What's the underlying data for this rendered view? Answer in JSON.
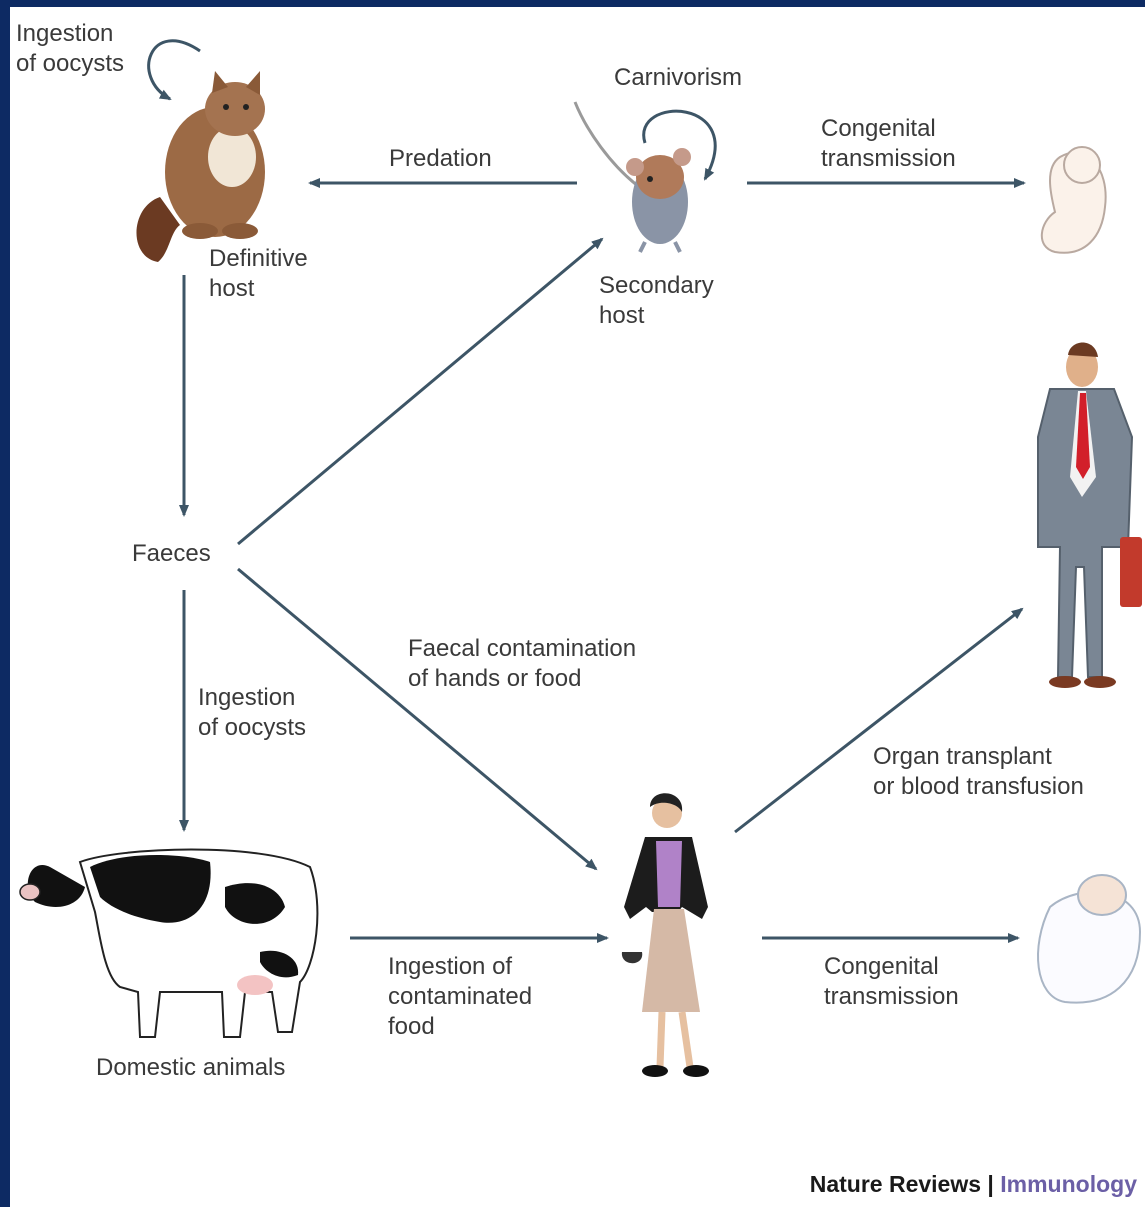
{
  "labels": {
    "ingestion_oocysts_top": "Ingestion\nof oocysts",
    "carnivorism": "Carnivorism",
    "predation": "Predation",
    "congenital_top": "Congenital\ntransmission",
    "definitive_host": "Definitive\nhost",
    "secondary_host": "Secondary\nhost",
    "faeces": "Faeces",
    "faecal_contamination": "Faecal contamination\nof hands or food",
    "ingestion_oocysts_mid": "Ingestion\nof oocysts",
    "organ_transplant": "Organ transplant\nor blood transfusion",
    "domestic_animals": "Domestic animals",
    "ingestion_food": "Ingestion of\ncontaminated\nfood",
    "congenital_bottom": "Congenital\ntransmission"
  },
  "credit": {
    "journal": "Nature Reviews",
    "separator": " | ",
    "section": "Immunology"
  },
  "colors": {
    "background_frame": "#0d2a63",
    "arrow": "#3d5566",
    "credit_section": "#6b5fa6"
  },
  "icons": [
    "cat-icon",
    "mouse-icon",
    "fetus-icon",
    "businessman-icon",
    "cow-icon",
    "woman-icon",
    "baby-icon"
  ]
}
